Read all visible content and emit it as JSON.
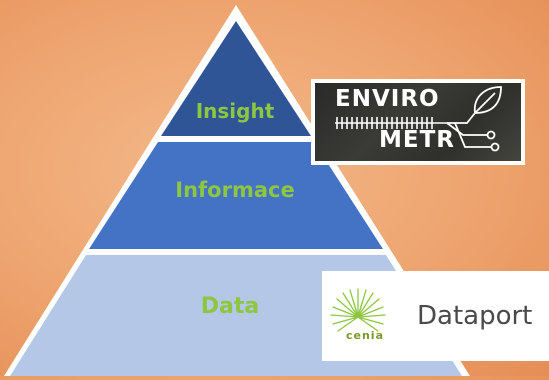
{
  "pyramid": {
    "tiers": [
      {
        "label": "Insight",
        "color": "#2f5597"
      },
      {
        "label": "Informace",
        "color": "#4472c4"
      },
      {
        "label": "Data",
        "color": "#b4c7e7"
      }
    ],
    "label_color": "#8dc63f",
    "outline_color": "#ffffff"
  },
  "envirometr_logo": {
    "line1": "ENVIRO",
    "line2": "METR"
  },
  "dataport_logo": {
    "brand": "cenia",
    "title": "Dataport"
  }
}
